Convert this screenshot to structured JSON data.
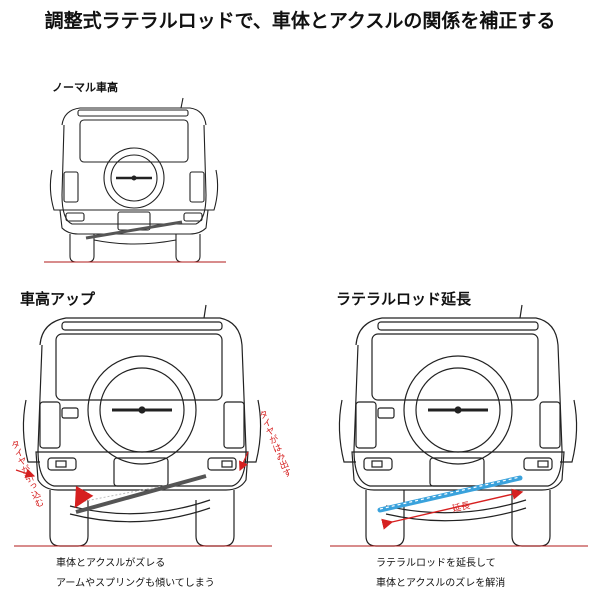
{
  "title": "調整式ラテラルロッドで、車体とアクスルの関係を補正する",
  "panels": {
    "normal": {
      "label": "ノーマル車高"
    },
    "raised": {
      "label": "車高アップ",
      "arrow_left_text": "タイヤが引っ込む",
      "arrow_right_text": "タイヤがはみ出す",
      "caption_line1": "車体とアクスルがズレる",
      "caption_line2": "アームやスプリングも傾いてしまう"
    },
    "extended": {
      "label": "ラテラルロッド延長",
      "rod_text": "延長",
      "caption_line1": "ラテラルロッドを延長して",
      "caption_line2": "車体とアクスルのズレを解消"
    }
  },
  "colors": {
    "rod_normal": "#555555",
    "rod_extended": "#3aa2dc",
    "annotation": "#d62020",
    "ground_line": "#b01818",
    "outline": "#222222"
  }
}
